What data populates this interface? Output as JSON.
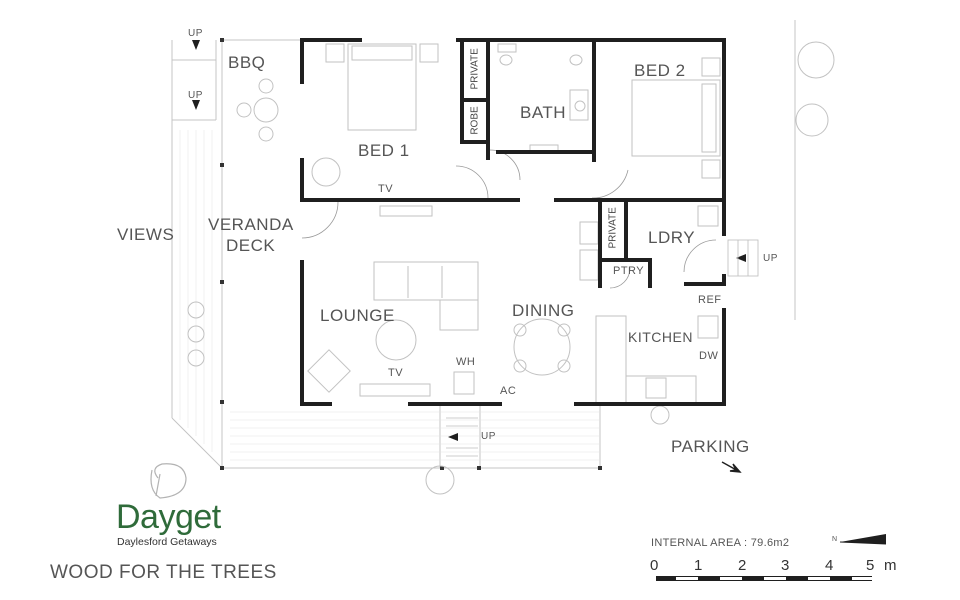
{
  "project_title": "WOOD FOR THE TREES",
  "brand": {
    "name": "Dayget",
    "tagline": "Daylesford Getaways",
    "logo_letter": "D"
  },
  "rooms": {
    "bbq": "BBQ",
    "bed1": "BED 1",
    "bed2": "BED 2",
    "bath": "BATH",
    "private_bed": "PRIVATE",
    "robe": "ROBE",
    "veranda_line1": "VERANDA",
    "veranda_line2": "DECK",
    "views": "VIEWS",
    "lounge": "LOUNGE",
    "dining": "DINING",
    "kitchen": "KITCHEN",
    "ldry": "LDRY",
    "private_ldry": "PRIVATE",
    "ptry": "PTRY",
    "parking": "PARKING"
  },
  "fixtures": {
    "tv_bed1": "TV",
    "tv_lounge": "TV",
    "wh": "WH",
    "ac": "AC",
    "ref": "REF",
    "dw": "DW"
  },
  "stairs": {
    "up_1": "UP",
    "up_2": "UP",
    "up_3": "UP",
    "up_4": "UP"
  },
  "internal_area": "INTERNAL AREA : 79.6m2",
  "north_label": "N",
  "scale_bar": {
    "ticks": [
      "0",
      "1",
      "2",
      "3",
      "4",
      "5"
    ],
    "unit": "m"
  },
  "colors": {
    "wall": "#1f1f1f",
    "furniture": "#bdbdbd",
    "brand_green": "#2f6b3a",
    "text": "#555555"
  }
}
